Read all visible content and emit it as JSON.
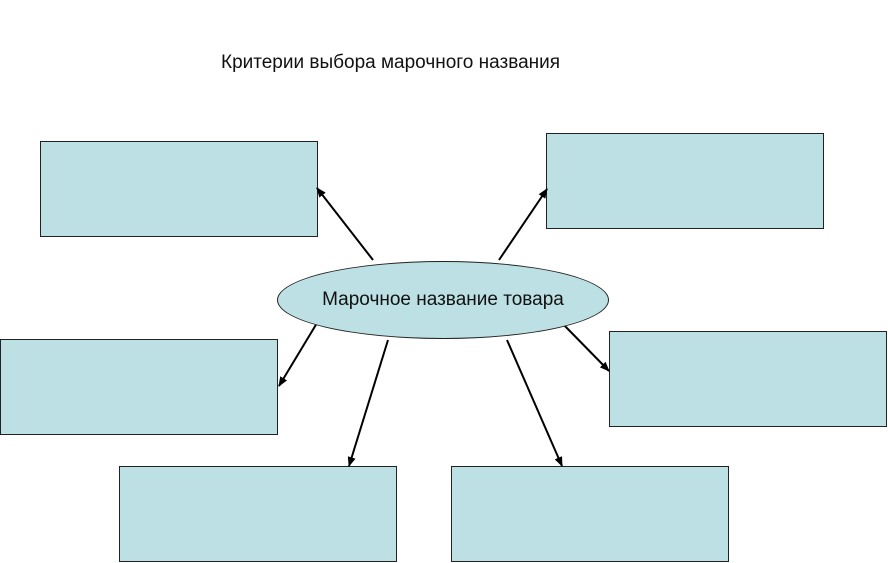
{
  "diagram": {
    "title": "Критерии выбора марочного названия",
    "center": {
      "label": "Марочное название товара"
    },
    "boxes": [
      {
        "id": "top-left",
        "label": ""
      },
      {
        "id": "top-right",
        "label": ""
      },
      {
        "id": "middle-left",
        "label": ""
      },
      {
        "id": "middle-right",
        "label": ""
      },
      {
        "id": "bottom-left",
        "label": ""
      },
      {
        "id": "bottom-right",
        "label": ""
      }
    ]
  },
  "colors": {
    "box_fill": "#bce0e3",
    "ellipse_fill": "#bce0e3",
    "stroke": "#222222"
  }
}
